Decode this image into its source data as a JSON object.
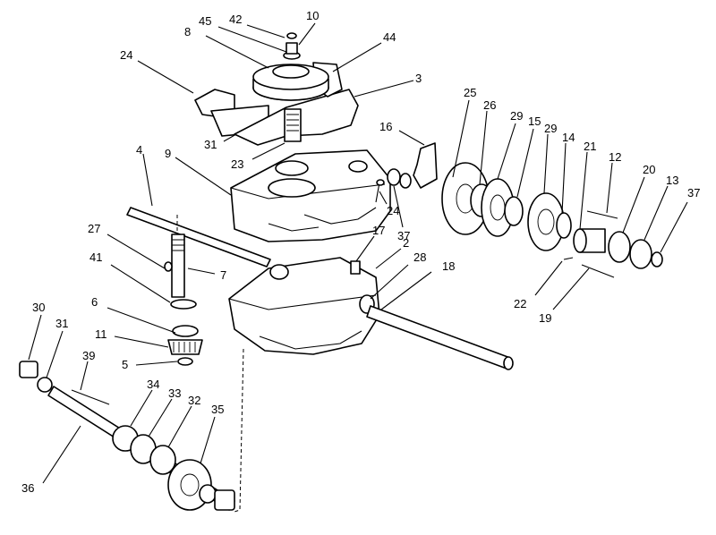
{
  "diagram": {
    "callouts": [
      {
        "id": "c42",
        "text": "42"
      },
      {
        "id": "c10",
        "text": "10"
      },
      {
        "id": "c45",
        "text": "45"
      },
      {
        "id": "c8",
        "text": "8"
      },
      {
        "id": "c44",
        "text": "44"
      },
      {
        "id": "c24a",
        "text": "24"
      },
      {
        "id": "c3",
        "text": "3"
      },
      {
        "id": "c31a",
        "text": "31"
      },
      {
        "id": "c23",
        "text": "23"
      },
      {
        "id": "c16",
        "text": "16"
      },
      {
        "id": "c25",
        "text": "25"
      },
      {
        "id": "c26",
        "text": "26"
      },
      {
        "id": "c29a",
        "text": "29"
      },
      {
        "id": "c15",
        "text": "15"
      },
      {
        "id": "c29b",
        "text": "29"
      },
      {
        "id": "c14",
        "text": "14"
      },
      {
        "id": "c21",
        "text": "21"
      },
      {
        "id": "c12",
        "text": "12"
      },
      {
        "id": "c20",
        "text": "20"
      },
      {
        "id": "c13",
        "text": "13"
      },
      {
        "id": "c37a",
        "text": "37"
      },
      {
        "id": "c4",
        "text": "4"
      },
      {
        "id": "c9",
        "text": "9"
      },
      {
        "id": "c24b",
        "text": "24"
      },
      {
        "id": "c37b",
        "text": "37"
      },
      {
        "id": "c17",
        "text": "17"
      },
      {
        "id": "c2",
        "text": "2"
      },
      {
        "id": "c27",
        "text": "27"
      },
      {
        "id": "c28",
        "text": "28"
      },
      {
        "id": "c18",
        "text": "18"
      },
      {
        "id": "c41",
        "text": "41"
      },
      {
        "id": "c7",
        "text": "7"
      },
      {
        "id": "c22",
        "text": "22"
      },
      {
        "id": "c19",
        "text": "19"
      },
      {
        "id": "c6",
        "text": "6"
      },
      {
        "id": "c30",
        "text": "30"
      },
      {
        "id": "c31b",
        "text": "31"
      },
      {
        "id": "c11",
        "text": "11"
      },
      {
        "id": "c5",
        "text": "5"
      },
      {
        "id": "c39",
        "text": "39"
      },
      {
        "id": "c34",
        "text": "34"
      },
      {
        "id": "c33",
        "text": "33"
      },
      {
        "id": "c32",
        "text": "32"
      },
      {
        "id": "c35",
        "text": "35"
      },
      {
        "id": "c36",
        "text": "36"
      }
    ]
  }
}
